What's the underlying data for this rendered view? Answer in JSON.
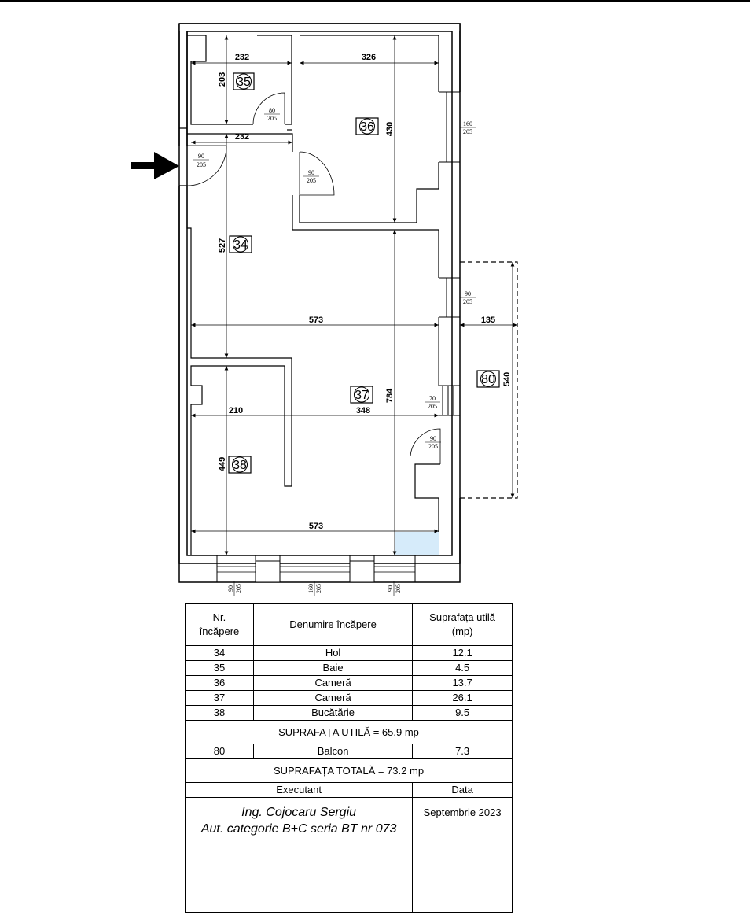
{
  "plan": {
    "rooms": {
      "r34": "34",
      "r35": "35",
      "r36": "36",
      "r37": "37",
      "r38": "38",
      "r80": "80"
    },
    "dims": {
      "d232a": "232",
      "d326": "326",
      "d203": "203",
      "d430": "430",
      "d232b": "232",
      "d527": "527",
      "d573a": "573",
      "d135": "135",
      "d540": "540",
      "d784": "784",
      "d210": "210",
      "d348": "348",
      "d449": "449",
      "d573b": "573"
    },
    "openings": {
      "door_bath": {
        "w": "80",
        "h": "205"
      },
      "door_entry": {
        "w": "90",
        "h": "205"
      },
      "door_room36": {
        "w": "90",
        "h": "205"
      },
      "win_room36": {
        "w": "160",
        "h": "205"
      },
      "win_balcony": {
        "w": "90",
        "h": "205"
      },
      "win_small": {
        "w": "70",
        "h": "205"
      },
      "door_balcony": {
        "w": "90",
        "h": "205"
      },
      "win_bottom_left": {
        "w": "90",
        "h": "205"
      },
      "win_bottom_mid": {
        "w": "160",
        "h": "205"
      },
      "win_bottom_right": {
        "w": "90",
        "h": "205"
      }
    }
  },
  "legend": {
    "headers": {
      "nr": "Nr. încăpere",
      "name": "Denumire încăpere",
      "area": "Suprafața utilă (mp)"
    },
    "rooms": [
      {
        "nr": "34",
        "name": "Hol",
        "area": "12.1"
      },
      {
        "nr": "35",
        "name": "Baie",
        "area": "4.5"
      },
      {
        "nr": "36",
        "name": "Cameră",
        "area": "13.7"
      },
      {
        "nr": "37",
        "name": "Cameră",
        "area": "26.1"
      },
      {
        "nr": "38",
        "name": "Bucătărie",
        "area": "9.5"
      }
    ],
    "useful_total": "SUPRAFAȚA UTILĂ = 65.9 mp",
    "balcony": {
      "nr": "80",
      "name": "Balcon",
      "area": "7.3"
    },
    "grand_total": "SUPRAFAȚA TOTALĂ = 73.2 mp",
    "executant_label": "Executant",
    "date_label": "Data",
    "executant_name": "Ing.  Cojocaru Sergiu",
    "executant_auth": "Aut. categorie B+C seria BT nr 073",
    "date_value": "Septembrie 2023"
  }
}
